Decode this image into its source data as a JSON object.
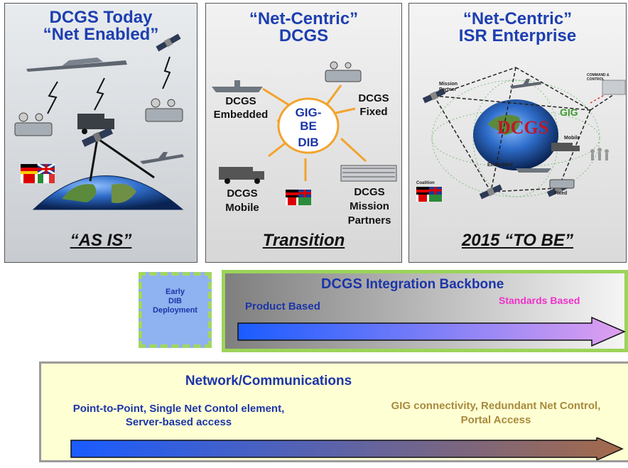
{
  "panels": [
    {
      "title_line1": "DCGS Today",
      "title_line2": "“Net Enabled”",
      "footer": "“AS IS”"
    },
    {
      "title_line1": "“Net-Centric”",
      "title_line2": "DCGS",
      "hub_line1": "GIG-BE",
      "hub_line2": "DIB",
      "nodes": {
        "embedded": "DCGS Embedded",
        "fixed_line1": "DCGS",
        "fixed_line2": "Fixed",
        "mobile_line1": "DCGS",
        "mobile_line2": "Mobile",
        "partners_line1": "DCGS",
        "partners_line2": "Mission",
        "partners_line3": "Partners"
      },
      "footer": "Transition"
    },
    {
      "title_line1": "“Net-Centric”",
      "title_line2": "ISR Enterprise",
      "center_label": "DCGS",
      "gig_label": "GIG",
      "small_labels": [
        "Mission Partner",
        "Mobile",
        "Embedded",
        "Fixed",
        "Coalition",
        "COMMAND & CONTROL"
      ],
      "footer": "2015 “TO BE”"
    }
  ],
  "early_dib": {
    "line1": "Early",
    "line2": "DIB",
    "line3": "Deployment"
  },
  "backbone": {
    "title_prefix": "DCGS",
    "title_suffix": "Integration Backbone",
    "left_label": "Product Based",
    "right_label": "Standards Based"
  },
  "network": {
    "title": "Network/Communications",
    "left_line1": "Point-to-Point, Single Net Contol element,",
    "left_line2": "Server-based access",
    "right_line1": "GIG connectivity, Redundant Net Control,",
    "right_line2": "Portal Access"
  },
  "colors": {
    "title_blue": "#1d3fb0",
    "accent_green": "#9dd35a",
    "standards_pink": "#f030c8",
    "hub_orange": "#f2a32c",
    "dcgs_red": "#c0162a",
    "gig_green": "#3d9a2e"
  },
  "icons": [
    "uav-icon",
    "satellite-icon",
    "ground-station-icon",
    "truck-icon",
    "flags-icon",
    "globe-icon",
    "ship-icon",
    "building-icon",
    "aircraft-icon"
  ]
}
